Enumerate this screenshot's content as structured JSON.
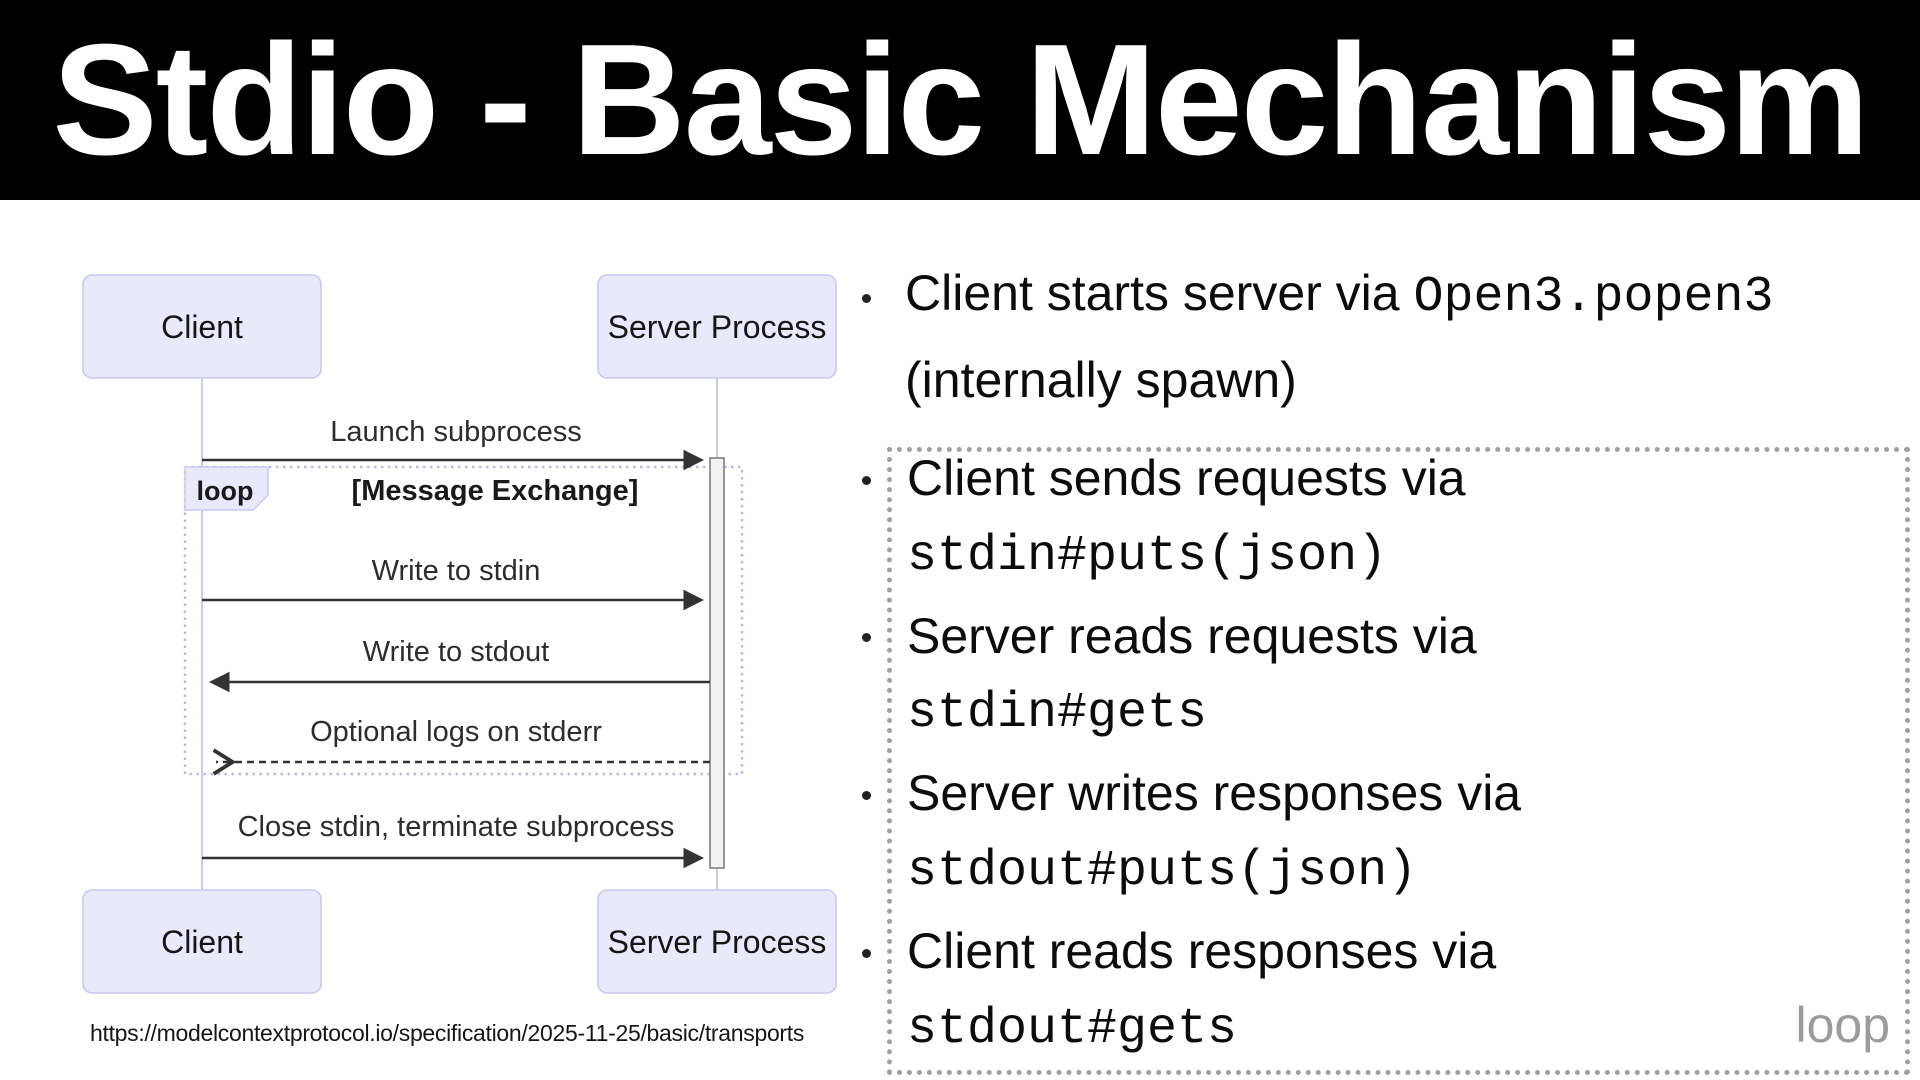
{
  "slide": {
    "title": "Stdio - Basic Mechanism",
    "source_url": "https://modelcontextprotocol.io/specification/2025-11-25/basic/transports"
  },
  "diagram": {
    "type": "sequence",
    "actors": [
      {
        "name": "Client"
      },
      {
        "name": "Server Process"
      }
    ],
    "loop": {
      "label": "loop",
      "condition": "[Message Exchange]"
    },
    "messages": [
      {
        "label": "Launch subprocess",
        "from": "Client",
        "to": "Server Process",
        "style": "solid",
        "in_loop": false
      },
      {
        "label": "Write to stdin",
        "from": "Client",
        "to": "Server Process",
        "style": "solid",
        "in_loop": true
      },
      {
        "label": "Write to stdout",
        "from": "Server Process",
        "to": "Client",
        "style": "solid",
        "in_loop": true
      },
      {
        "label": "Optional logs on stderr",
        "from": "Server Process",
        "to": "Client",
        "style": "dashed",
        "in_loop": true
      },
      {
        "label": "Close stdin, terminate subprocess",
        "from": "Client",
        "to": "Server Process",
        "style": "solid",
        "in_loop": false
      }
    ],
    "colors": {
      "actor_fill": "#E9E9FB",
      "actor_border": "#C9C9F0",
      "lifeline": "#CBCBEF",
      "arrow": "#333333",
      "activation_fill": "#F2F2F2",
      "activation_border": "#6E6E6E",
      "loop_border": "#B9B9E2"
    }
  },
  "notes": {
    "bullet1": {
      "lead": "Client starts server via ",
      "code": "Open3.popen3",
      "tail": "(internally spawn)"
    },
    "loop_box": {
      "items": [
        {
          "text": "Client sends requests via",
          "code": "stdin#puts(json)"
        },
        {
          "text": "Server reads requests via",
          "code": "stdin#gets"
        },
        {
          "text": "Server writes responses via",
          "code": "stdout#puts(json)"
        },
        {
          "text": "Client reads responses via",
          "code": "stdout#gets"
        }
      ],
      "loop_label": "loop",
      "border_color": "#A0A0A0",
      "loop_label_color": "#9B9B9B"
    }
  }
}
